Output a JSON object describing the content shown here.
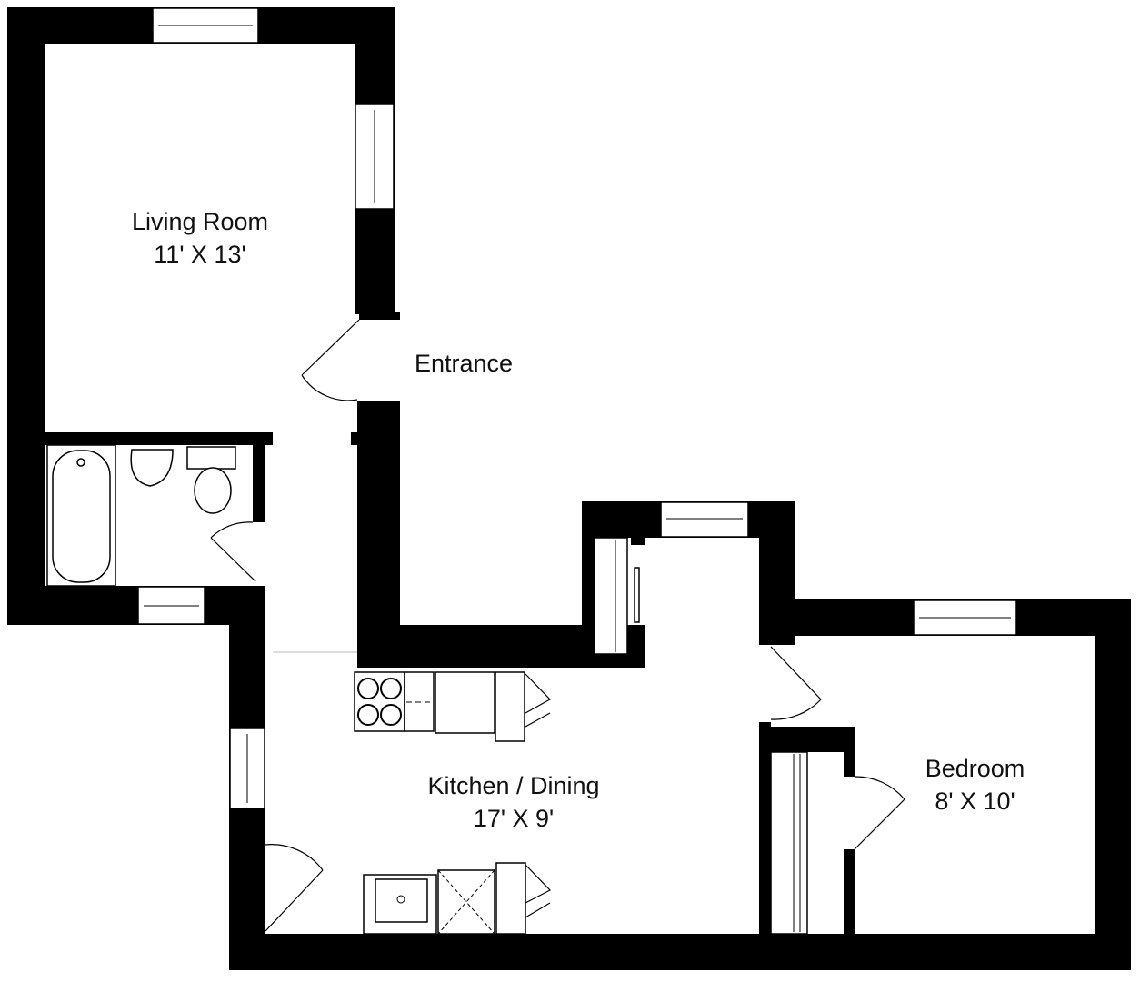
{
  "rooms": {
    "living": {
      "name": "Living Room",
      "size": "11' X 13'"
    },
    "entrance": {
      "name": "Entrance"
    },
    "kitchen": {
      "name": "Kitchen / Dining",
      "size": "17' X 9'"
    },
    "bedroom": {
      "name": "Bedroom",
      "size": "8' X 10'"
    }
  }
}
